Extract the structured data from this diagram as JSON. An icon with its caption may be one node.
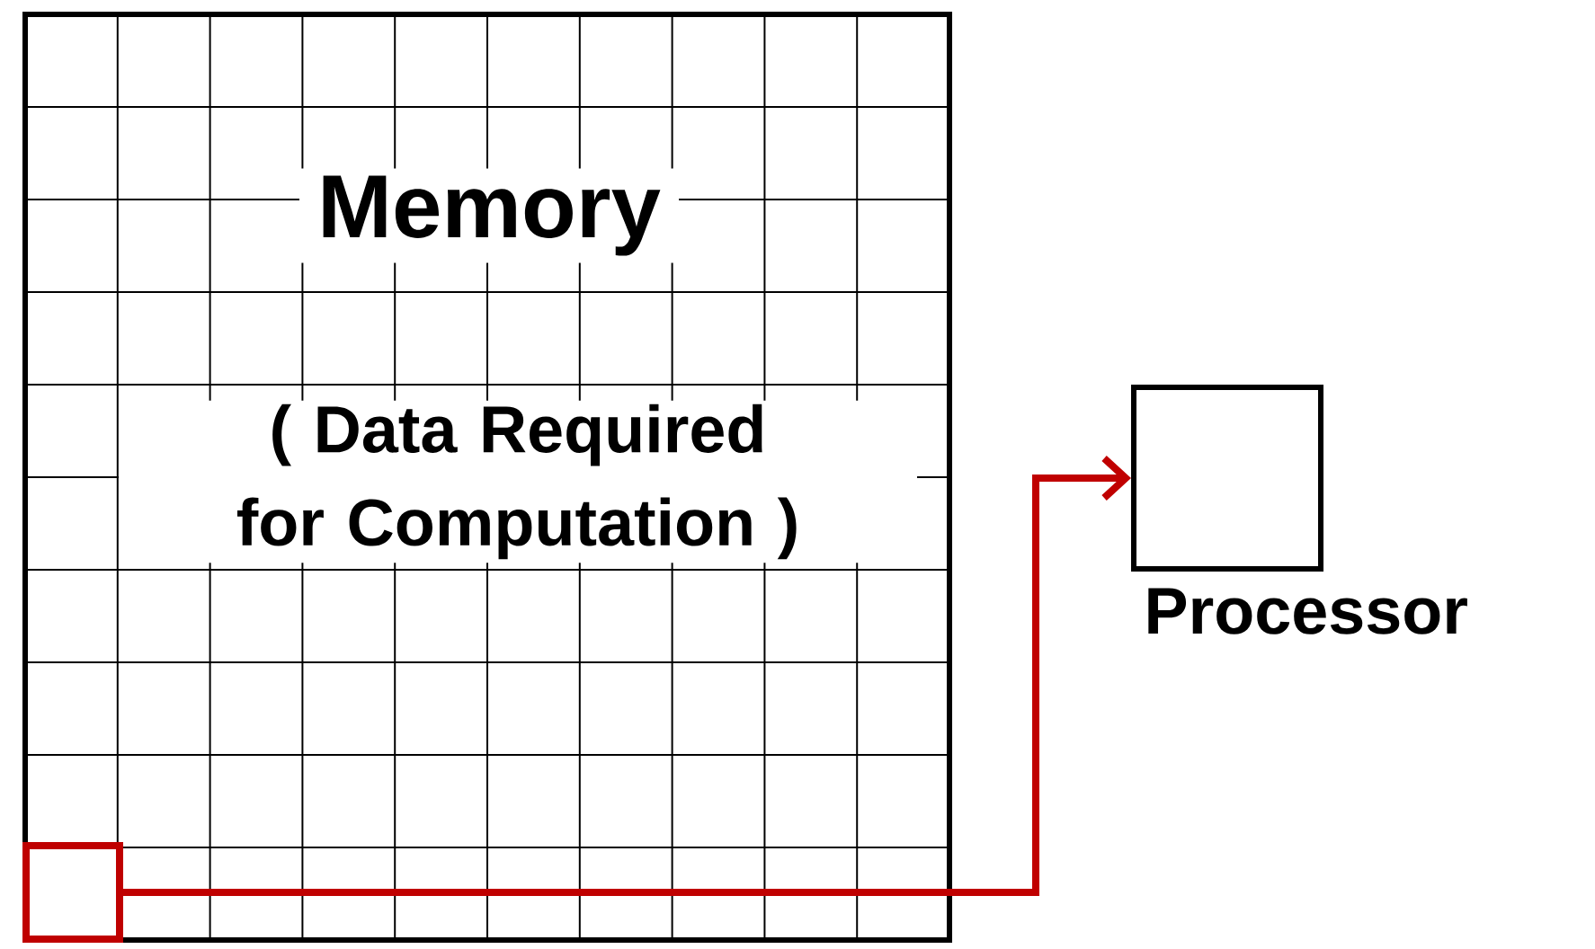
{
  "diagram": {
    "nodes": [
      {
        "text": [
          "Memory",
          "( Data Required for Computation )"
        ]
      },
      {
        "text": [],
        "shape": "box",
        "in": 0
      },
      {
        "text": [
          "Processor"
        ]
      }
    ],
    "edges": [
      {
        "from": 1,
        "to": 2,
        "arrow": "to",
        "color": "#c00000"
      }
    ]
  }
}
